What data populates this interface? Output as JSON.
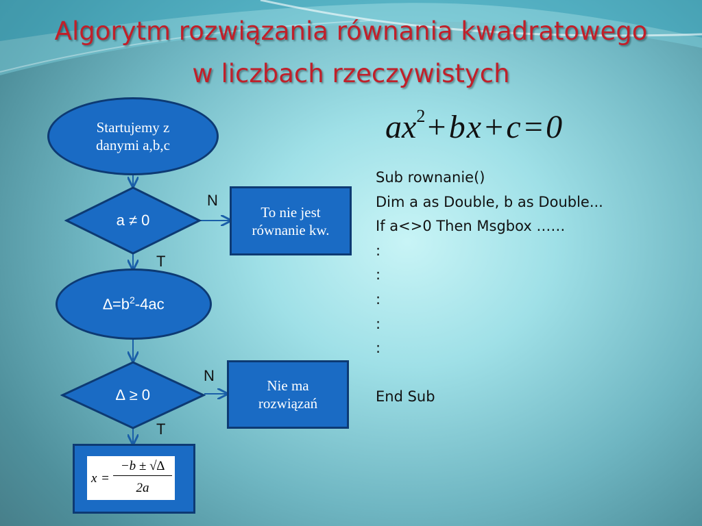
{
  "title": {
    "line1": "Algorytm rozwiązania równania kwadratowego",
    "line2": "w liczbach rzeczywistych"
  },
  "equation": {
    "a": "ax",
    "exp": "2",
    "rest": "+bx+c=0"
  },
  "flowchart": {
    "start": {
      "line1": "Startujemy z",
      "line2": "danymi a,b,c"
    },
    "decision1": "a ≠ 0",
    "decision1_no": "N",
    "decision1_yes": "T",
    "result1": {
      "line1": "To nie jest",
      "line2": "równanie kw."
    },
    "process_delta": {
      "prefix": "∆=b",
      "sup": "2",
      "suffix": "-4ac"
    },
    "decision2": "∆ ≥ 0",
    "decision2_no": "N",
    "decision2_yes": "T",
    "result2": {
      "line1": "Nie ma",
      "line2": "rozwiązań"
    },
    "formula": {
      "lhs": "x",
      "eq": "=",
      "numerator": "−b ± √∆",
      "denominator": "2a"
    }
  },
  "code": {
    "lines": [
      "Sub rownanie()",
      "Dim a as Double, b as Double...",
      "If a<>0 Then Msgbox ……",
      ":",
      ":",
      ":",
      ":",
      ":",
      "",
      "End Sub"
    ]
  },
  "colors": {
    "title": "#c0202a",
    "shape_fill": "#1a6bc4",
    "shape_border": "#0d3a73",
    "arrow": "#1a5fa8"
  }
}
